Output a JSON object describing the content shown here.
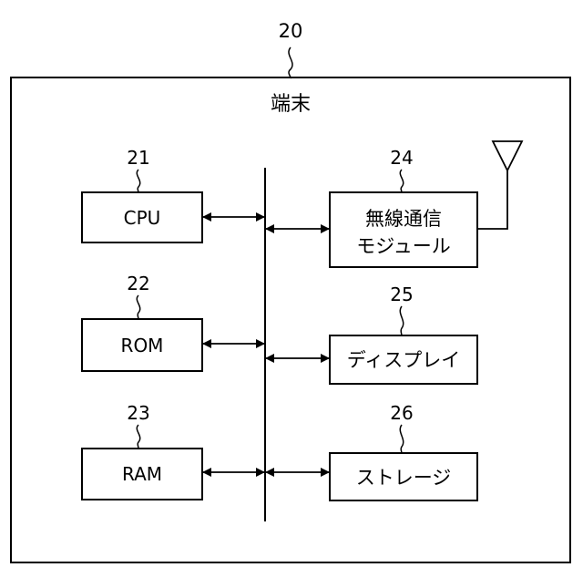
{
  "outer": {
    "ref": "20",
    "title": "端末"
  },
  "blocks": [
    {
      "key": "cpu",
      "ref": "21",
      "lines": [
        "CPU"
      ]
    },
    {
      "key": "rom",
      "ref": "22",
      "lines": [
        "ROM"
      ]
    },
    {
      "key": "ram",
      "ref": "23",
      "lines": [
        "RAM"
      ]
    },
    {
      "key": "wireless",
      "ref": "24",
      "lines": [
        "無線通信",
        "モジュール"
      ]
    },
    {
      "key": "display",
      "ref": "25",
      "lines": [
        "ディスプレイ"
      ]
    },
    {
      "key": "storage",
      "ref": "26",
      "lines": [
        "ストレージ"
      ]
    }
  ]
}
